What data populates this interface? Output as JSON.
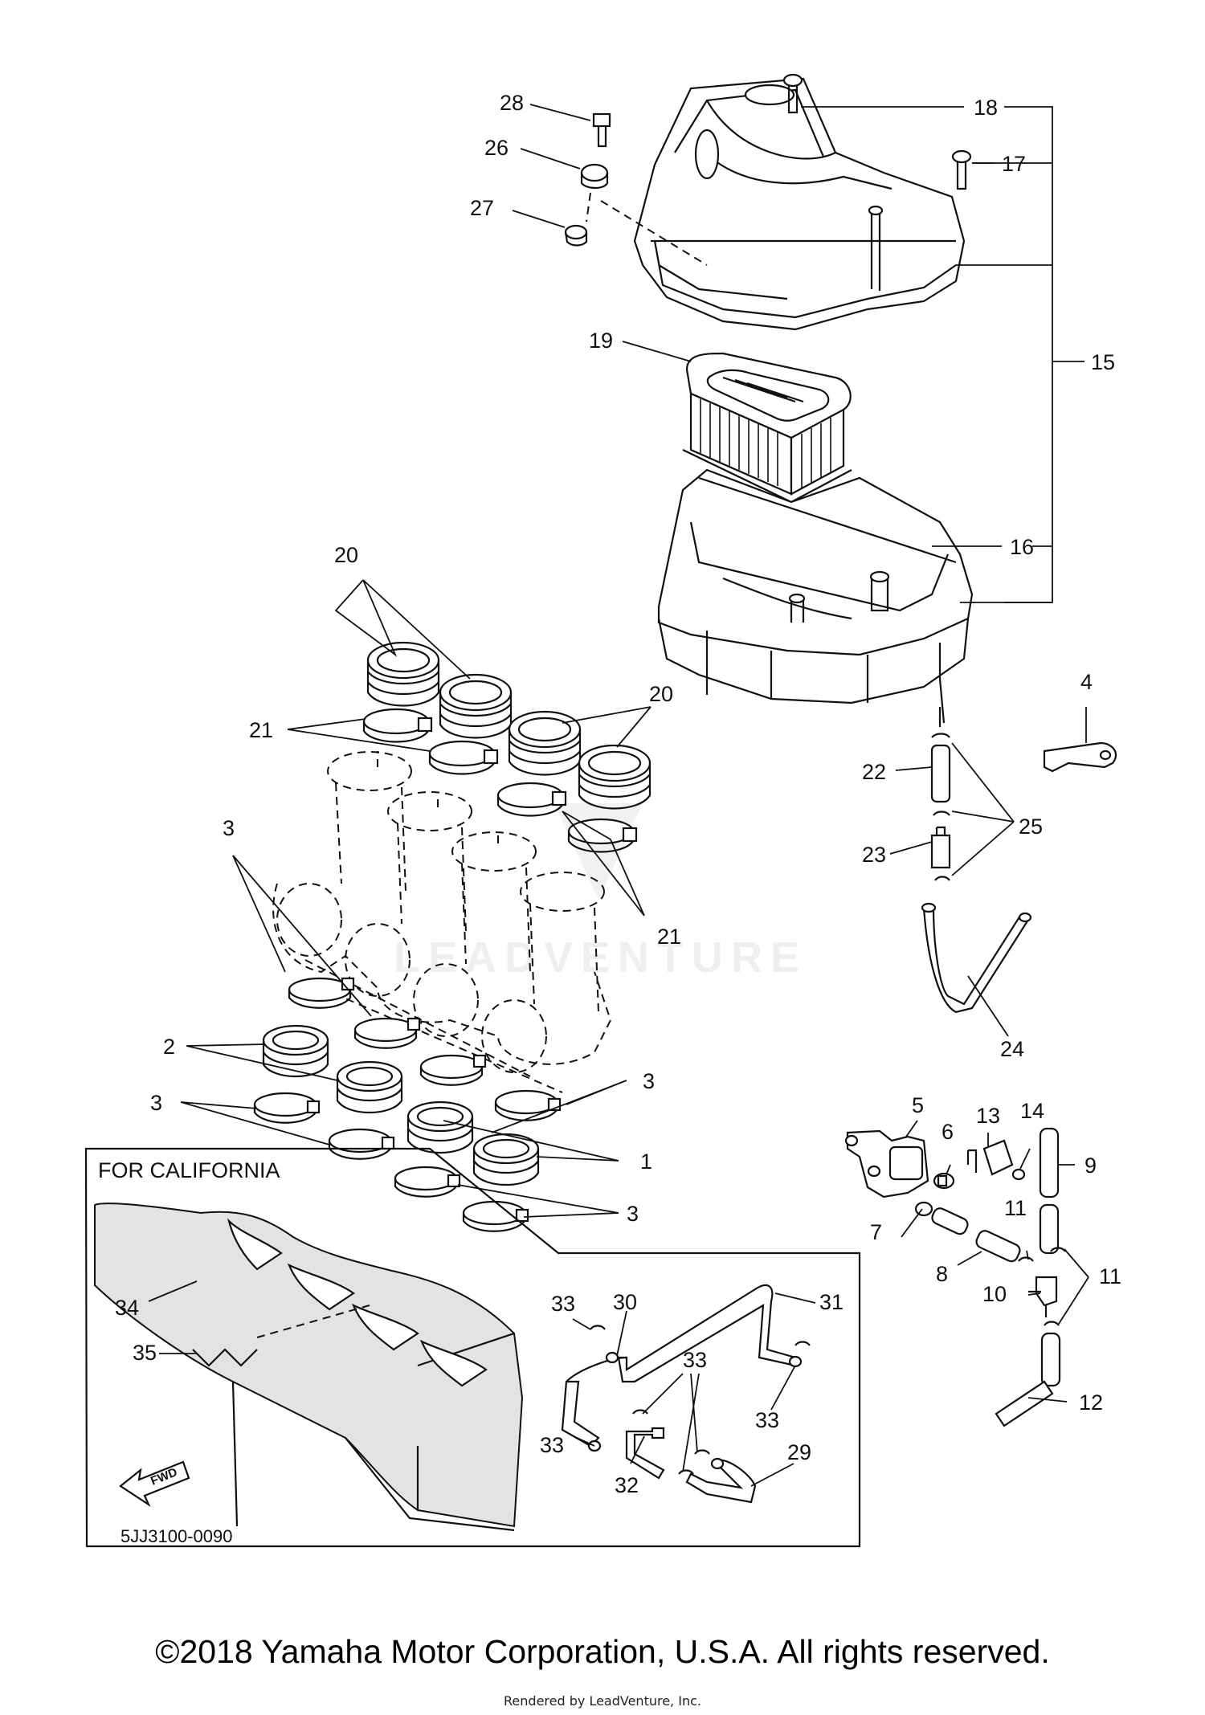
{
  "diagram": {
    "drawing_code": "5JJ3100-0090",
    "inset_title": "FOR CALIFORNIA",
    "fwd_label": "FWD",
    "watermark": "LEADVENTURE",
    "part_callouts": [
      {
        "label": "28"
      },
      {
        "label": "26"
      },
      {
        "label": "27"
      },
      {
        "label": "18"
      },
      {
        "label": "17"
      },
      {
        "label": "15"
      },
      {
        "label": "19"
      },
      {
        "label": "16"
      },
      {
        "label": "20"
      },
      {
        "label": "20"
      },
      {
        "label": "21"
      },
      {
        "label": "21"
      },
      {
        "label": "3"
      },
      {
        "label": "4"
      },
      {
        "label": "22"
      },
      {
        "label": "23"
      },
      {
        "label": "25"
      },
      {
        "label": "24"
      },
      {
        "label": "2"
      },
      {
        "label": "3"
      },
      {
        "label": "3"
      },
      {
        "label": "1"
      },
      {
        "label": "3"
      },
      {
        "label": "5"
      },
      {
        "label": "13"
      },
      {
        "label": "14"
      },
      {
        "label": "6"
      },
      {
        "label": "9"
      },
      {
        "label": "7"
      },
      {
        "label": "8"
      },
      {
        "label": "11"
      },
      {
        "label": "11"
      },
      {
        "label": "10"
      },
      {
        "label": "12"
      },
      {
        "label": "34"
      },
      {
        "label": "35"
      },
      {
        "label": "33"
      },
      {
        "label": "30"
      },
      {
        "label": "31"
      },
      {
        "label": "33"
      },
      {
        "label": "33"
      },
      {
        "label": "33"
      },
      {
        "label": "29"
      },
      {
        "label": "32"
      }
    ]
  },
  "footer": {
    "copyright": "©2018 Yamaha Motor Corporation, U.S.A. All rights reserved.",
    "rendered_by": "Rendered by LeadVenture, Inc."
  }
}
